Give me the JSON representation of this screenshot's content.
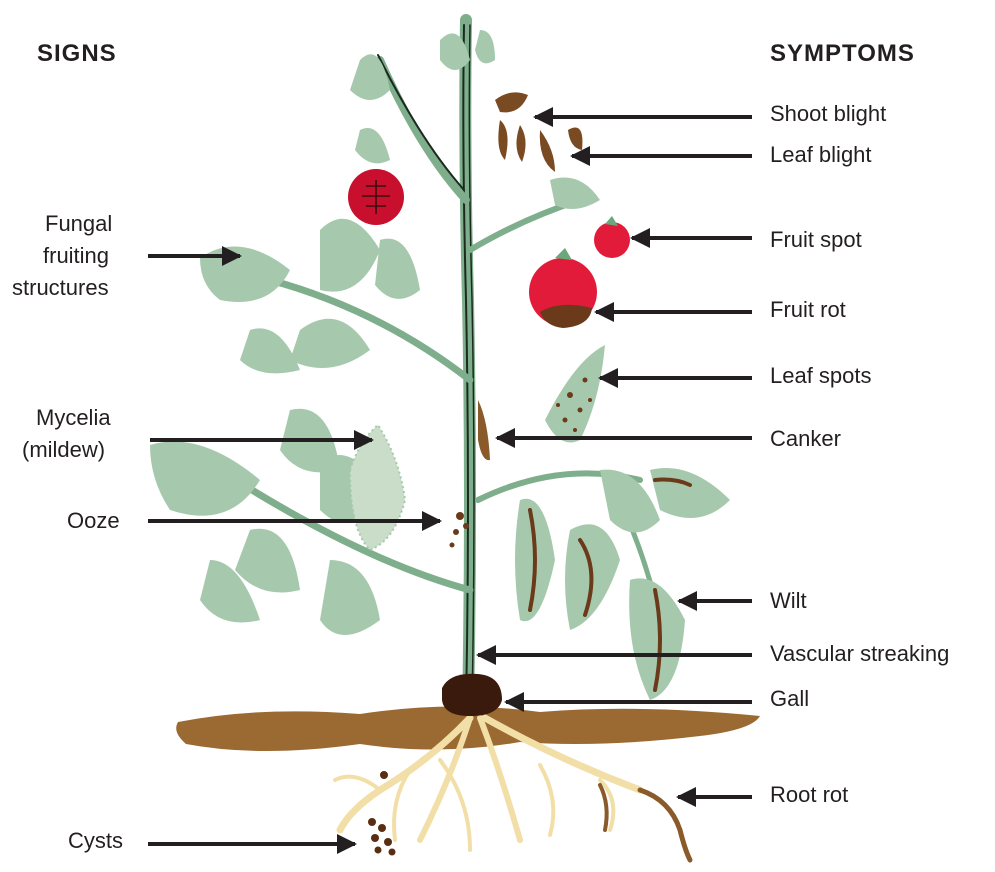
{
  "headings": {
    "signs": "SIGNS",
    "symptoms": "SYMPTOMS"
  },
  "signs": {
    "fungal_fruiting": {
      "line1": "Fungal",
      "line2": "fruiting",
      "line3": "structures"
    },
    "mycelia": {
      "line1": "Mycelia",
      "line2": "(mildew)"
    },
    "ooze": "Ooze",
    "cysts": "Cysts"
  },
  "symptoms": {
    "shoot_blight": "Shoot blight",
    "leaf_blight": "Leaf blight",
    "fruit_spot": "Fruit spot",
    "fruit_rot": "Fruit rot",
    "leaf_spots": "Leaf spots",
    "canker": "Canker",
    "wilt": "Wilt",
    "vascular_streaking": "Vascular streaking",
    "gall": "Gall",
    "root_rot": "Root rot"
  },
  "colors": {
    "leaf": "#a6c9ad",
    "leaf_dark": "#8db597",
    "stem": "#7fae8c",
    "fruit": "#e31b3b",
    "lesion": "#6b3a1a",
    "soil": "#9b6a33",
    "root": "#f2dfa7",
    "arrow": "#231f20"
  }
}
